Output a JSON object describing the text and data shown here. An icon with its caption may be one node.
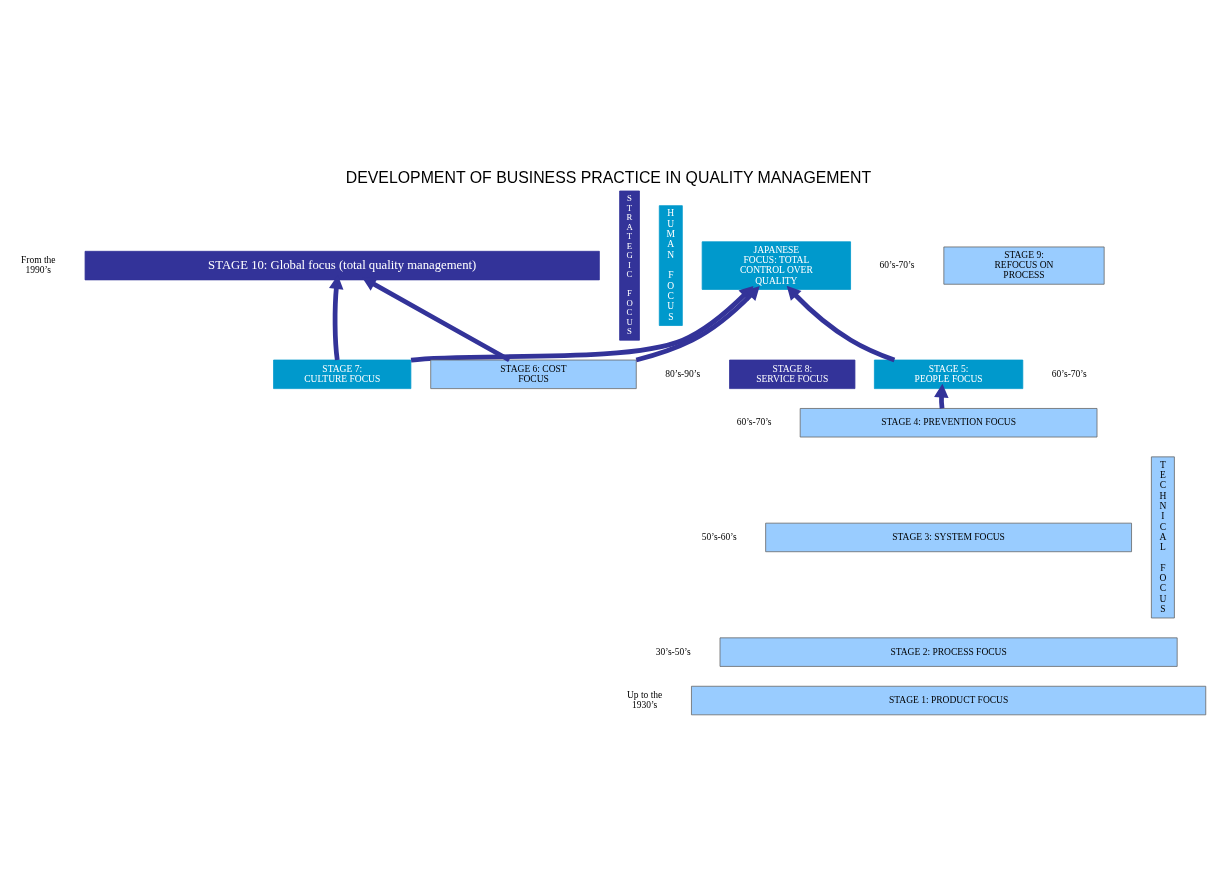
{
  "diagram": {
    "title": "DEVELOPMENT OF BUSINESS PRACTICE IN QUALITY MANAGEMENT",
    "nodes": [
      {
        "text": [
          "STAGE 10: Global focus (total quality management)"
        ]
      },
      {
        "text": [
          "STAGE 7: CULTURE FOCUS"
        ]
      },
      {
        "text": [
          "STAGE 8: SERVICE FOCUS"
        ]
      },
      {
        "text": [
          "JAPANESE FOCUS: TOTAL CONTROL OVER QUALITY"
        ]
      },
      {
        "text": [
          "STAGE 9: REFOCUS ON PROCESS"
        ]
      },
      {
        "text": [
          "STAGE 6: COST FOCUS"
        ]
      },
      {
        "text": [
          "STAGE 5: PEOPLE FOCUS"
        ]
      },
      {
        "text": [
          "STAGE 4: PREVENTION FOCUS"
        ]
      },
      {
        "text": [
          "STAGE 3: SYSTEM FOCUS"
        ]
      },
      {
        "text": [
          "STAGE 2: PROCESS FOCUS"
        ]
      },
      {
        "text": [
          "STAGE 1: PRODUCT FOCUS"
        ]
      },
      {
        "text": [
          "HUMAN FOCUS"
        ]
      },
      {
        "text": [
          "STRATEGIC FOCUS"
        ]
      },
      {
        "text": [
          "TECHNICAL FOCUS"
        ]
      }
    ],
    "edges": [
      {
        "from": 1,
        "to": 0,
        "arrow": "to"
      },
      {
        "from": 1,
        "to": 3,
        "arrow": "to"
      },
      {
        "from": 6,
        "to": 3,
        "arrow": "to"
      },
      {
        "from": 7,
        "to": 6,
        "arrow": "to"
      },
      {
        "from": 5,
        "to": 3,
        "arrow": "to"
      },
      {
        "from": 5,
        "to": 0,
        "arrow": "to"
      }
    ],
    "labels": [
      "From the 1990’s",
      "80’s-90’s",
      "60’s-70’s",
      "60’s-70’s",
      "60’s-70’s",
      "50’s-60’s",
      "30’s-50’s",
      "Up to the 1930’s"
    ]
  }
}
